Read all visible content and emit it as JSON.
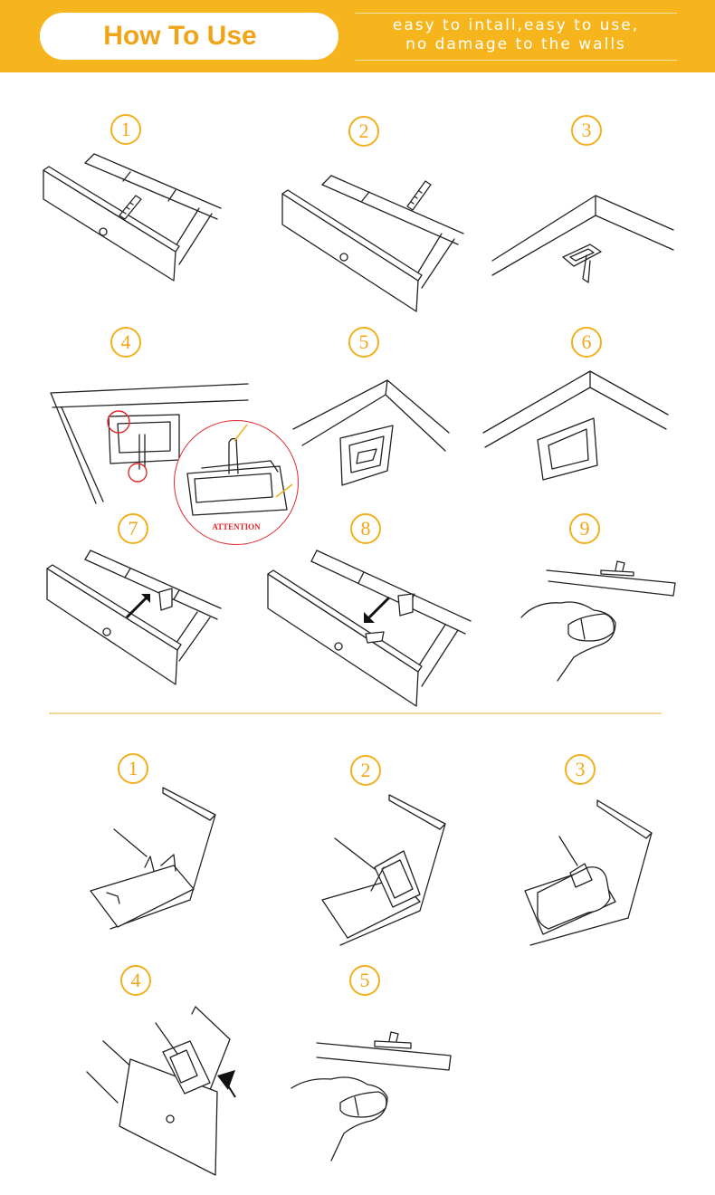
{
  "header": {
    "title": "How To Use",
    "tagline_line1": "easy to intall,easy to use,",
    "tagline_line2": "no damage to the walls",
    "background_color": "#f6b51c",
    "title_color": "#f0a418"
  },
  "section1": {
    "steps": [
      "1",
      "2",
      "3",
      "4",
      "5",
      "6",
      "7",
      "8",
      "9"
    ],
    "attention_label": "ATTENTION"
  },
  "section2": {
    "steps": [
      "1",
      "2",
      "3",
      "4",
      "5"
    ]
  },
  "colors": {
    "badge": "#f2b01e",
    "attention": "#e2262b",
    "arrow": "#f2b01e",
    "line": "#222222"
  }
}
